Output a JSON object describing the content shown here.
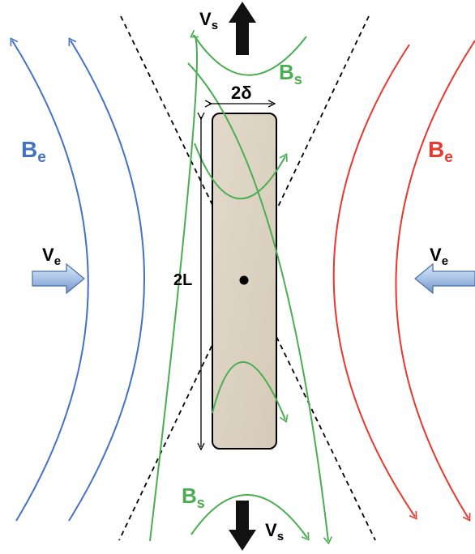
{
  "labels": {
    "vs_main": "V",
    "vs_sub": "s",
    "bs_main": "B",
    "bs_sub": "s",
    "be_main": "B",
    "be_sub": "e",
    "ve_main": "V",
    "ve_sub": "e",
    "width": "2δ",
    "length": "2L"
  },
  "colors": {
    "external_field_left": "#4472c4",
    "external_field_right": "#e8392f",
    "sheet_field": "#4aad52",
    "sheet_fill": "#ddd3c3",
    "outflow_arrow": "#111111",
    "inflow_arrow": "#8fb0dc"
  },
  "icons": {
    "outflow": "arrow-up / arrow-down",
    "inflow": "arrow-right / arrow-left"
  }
}
